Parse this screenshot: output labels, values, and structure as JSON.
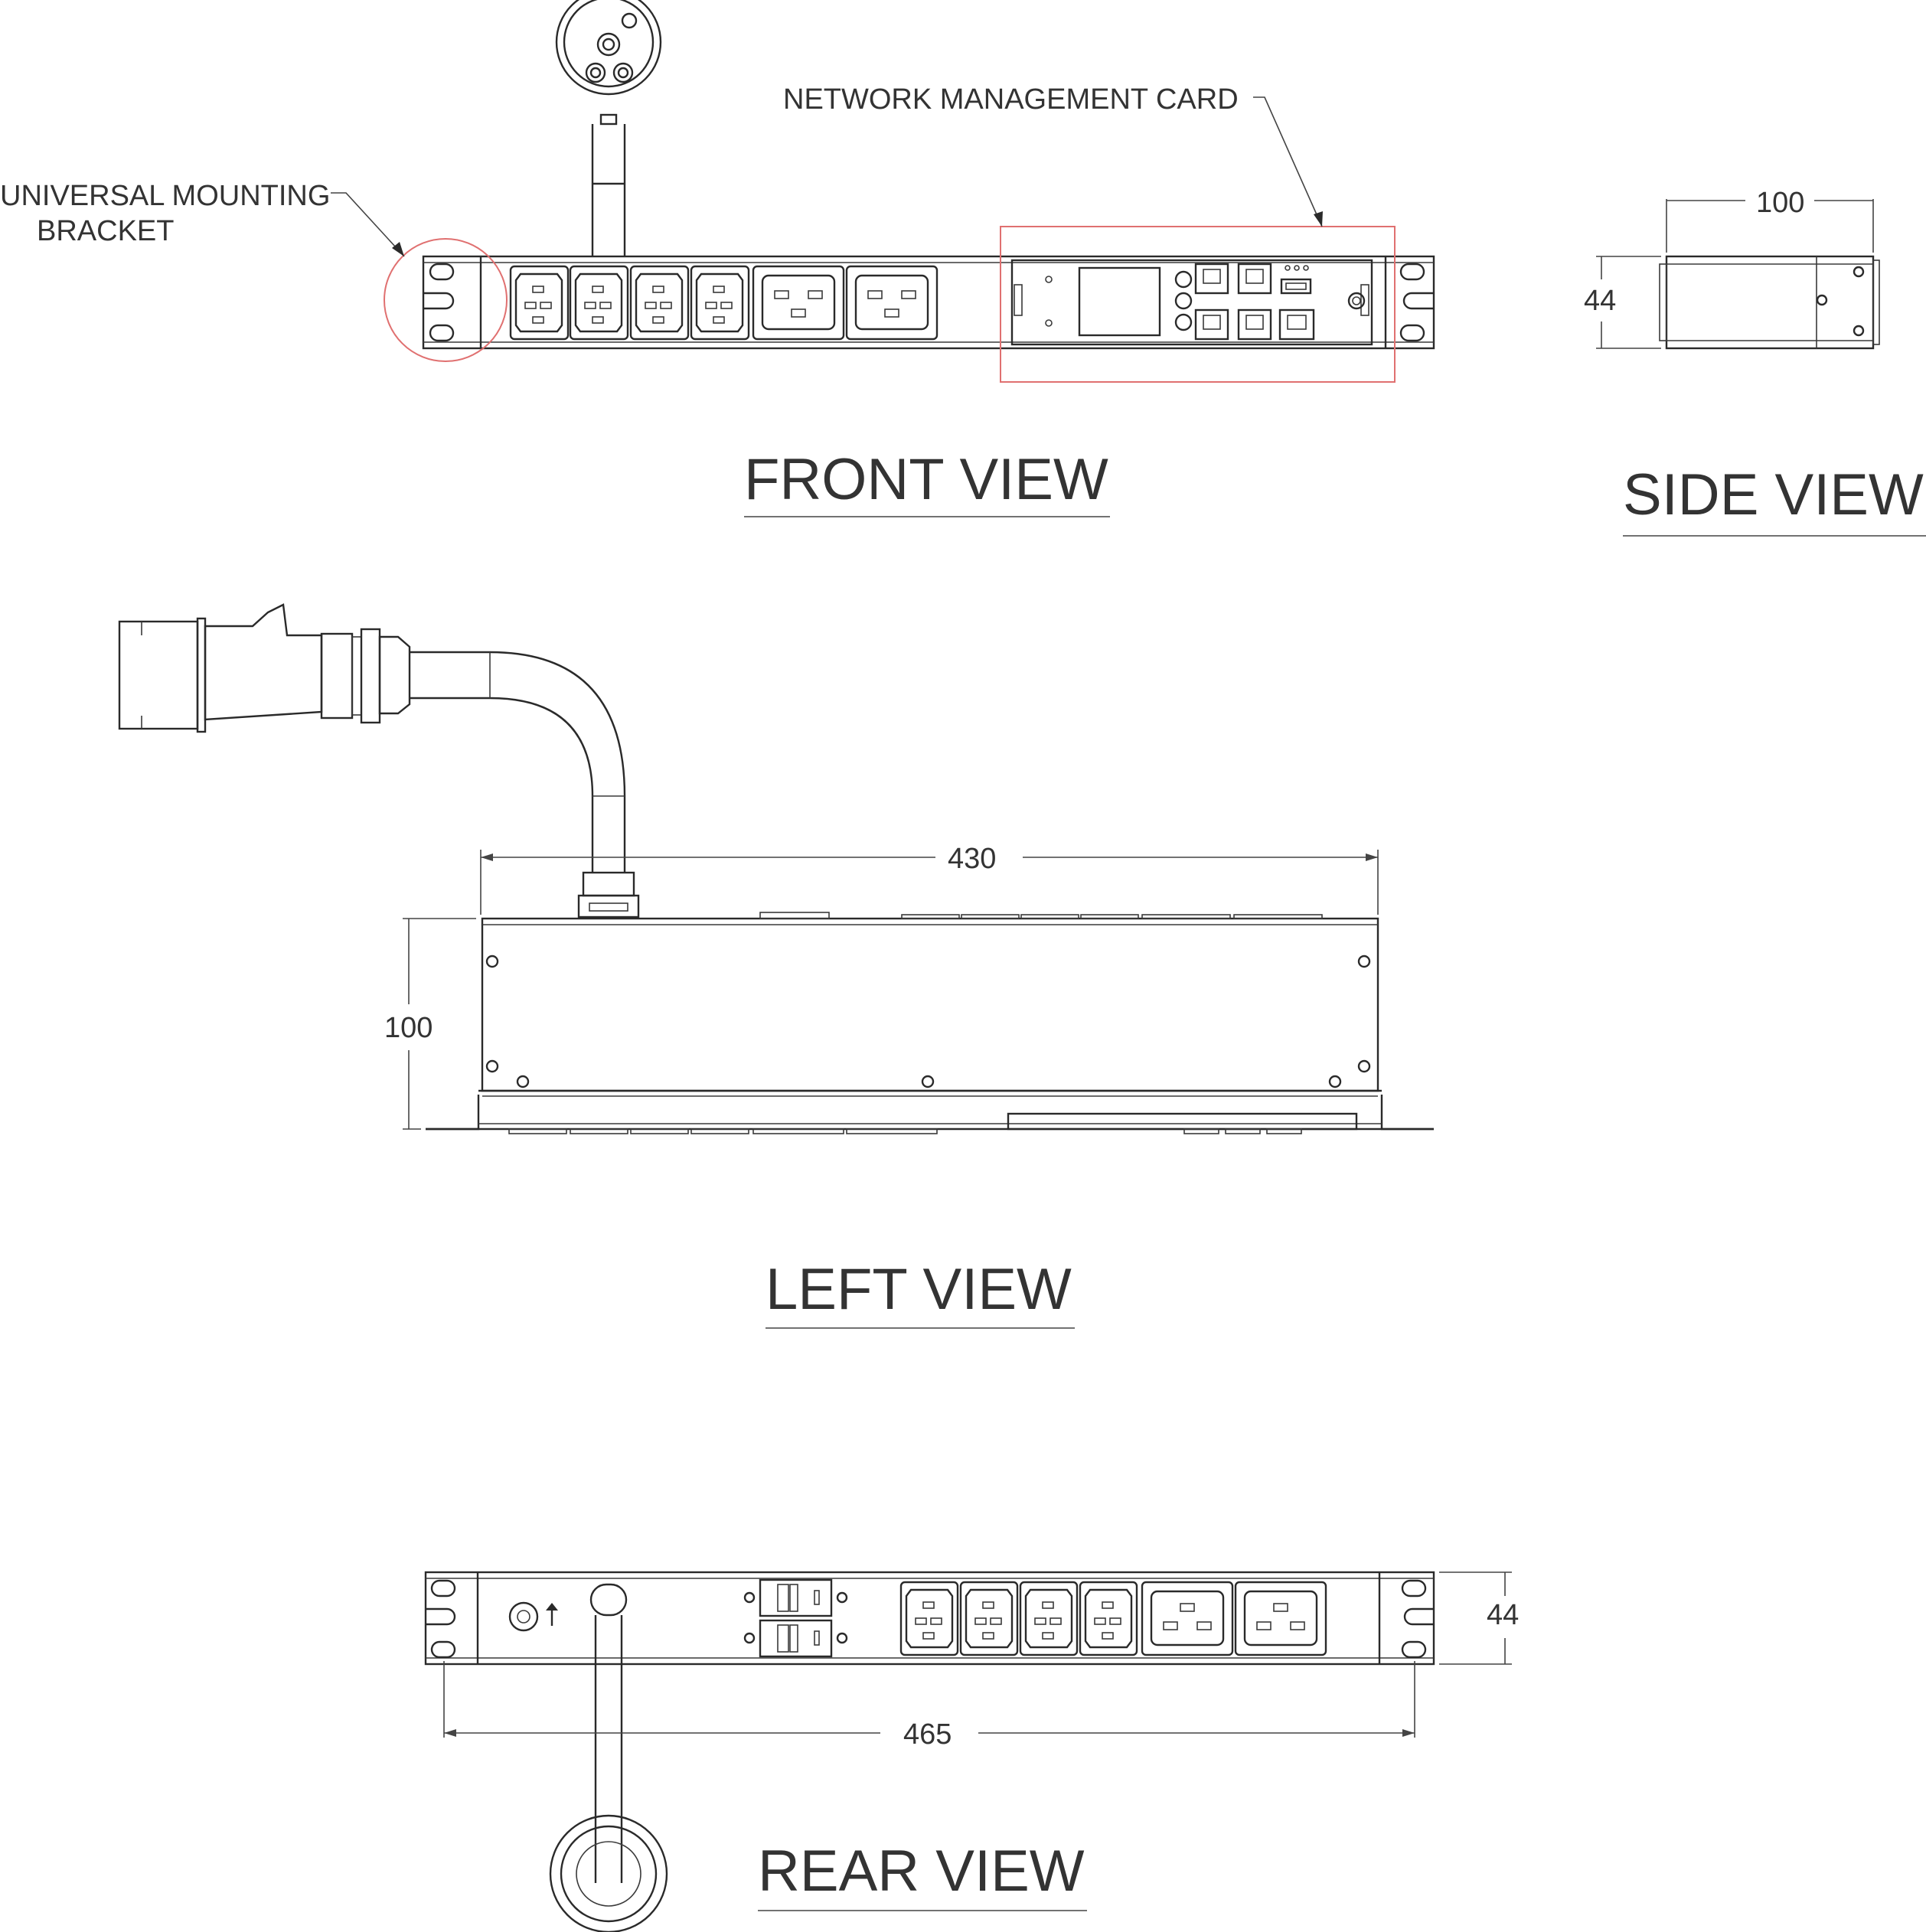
{
  "labels": {
    "universal_bracket_line1": "UNIVERSAL MOUNTING",
    "universal_bracket_line2": "BRACKET",
    "network_card": "NETWORK MANAGEMENT CARD"
  },
  "views": {
    "front": "FRONT VIEW",
    "side": "SIDE VIEW",
    "left": "LEFT VIEW",
    "rear": "REAR VIEW"
  },
  "dimensions": {
    "side_width": "100",
    "side_height": "44",
    "left_length": "430",
    "left_depth": "100",
    "rear_height": "44",
    "rear_width": "465"
  },
  "components": {
    "c13_outlets": 4,
    "c19_outlets": 2
  },
  "colors": {
    "line": "#2a2a2a",
    "highlight": "#e07070",
    "text": "#333333"
  }
}
